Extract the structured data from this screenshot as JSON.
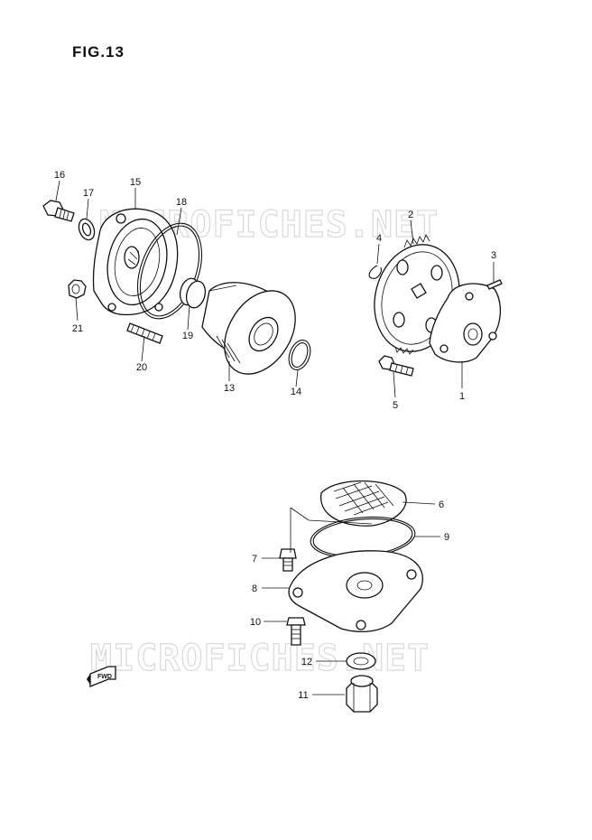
{
  "figure": {
    "title": "FIG.13"
  },
  "watermark": {
    "text": "MICROFICHES.NET"
  },
  "direction_badge": {
    "text": "FWD"
  },
  "callouts": [
    {
      "id": "c1",
      "number": "1"
    },
    {
      "id": "c2",
      "number": "2"
    },
    {
      "id": "c3",
      "number": "3"
    },
    {
      "id": "c4",
      "number": "4"
    },
    {
      "id": "c5",
      "number": "5"
    },
    {
      "id": "c6",
      "number": "6"
    },
    {
      "id": "c7",
      "number": "7"
    },
    {
      "id": "c8",
      "number": "8"
    },
    {
      "id": "c9",
      "number": "9"
    },
    {
      "id": "c10",
      "number": "10"
    },
    {
      "id": "c11",
      "number": "11"
    },
    {
      "id": "c12",
      "number": "12"
    },
    {
      "id": "c13",
      "number": "13"
    },
    {
      "id": "c14",
      "number": "14"
    },
    {
      "id": "c15",
      "number": "15"
    },
    {
      "id": "c16",
      "number": "16"
    },
    {
      "id": "c17",
      "number": "17"
    },
    {
      "id": "c18",
      "number": "18"
    },
    {
      "id": "c19",
      "number": "19"
    },
    {
      "id": "c20",
      "number": "20"
    },
    {
      "id": "c21",
      "number": "21"
    }
  ]
}
